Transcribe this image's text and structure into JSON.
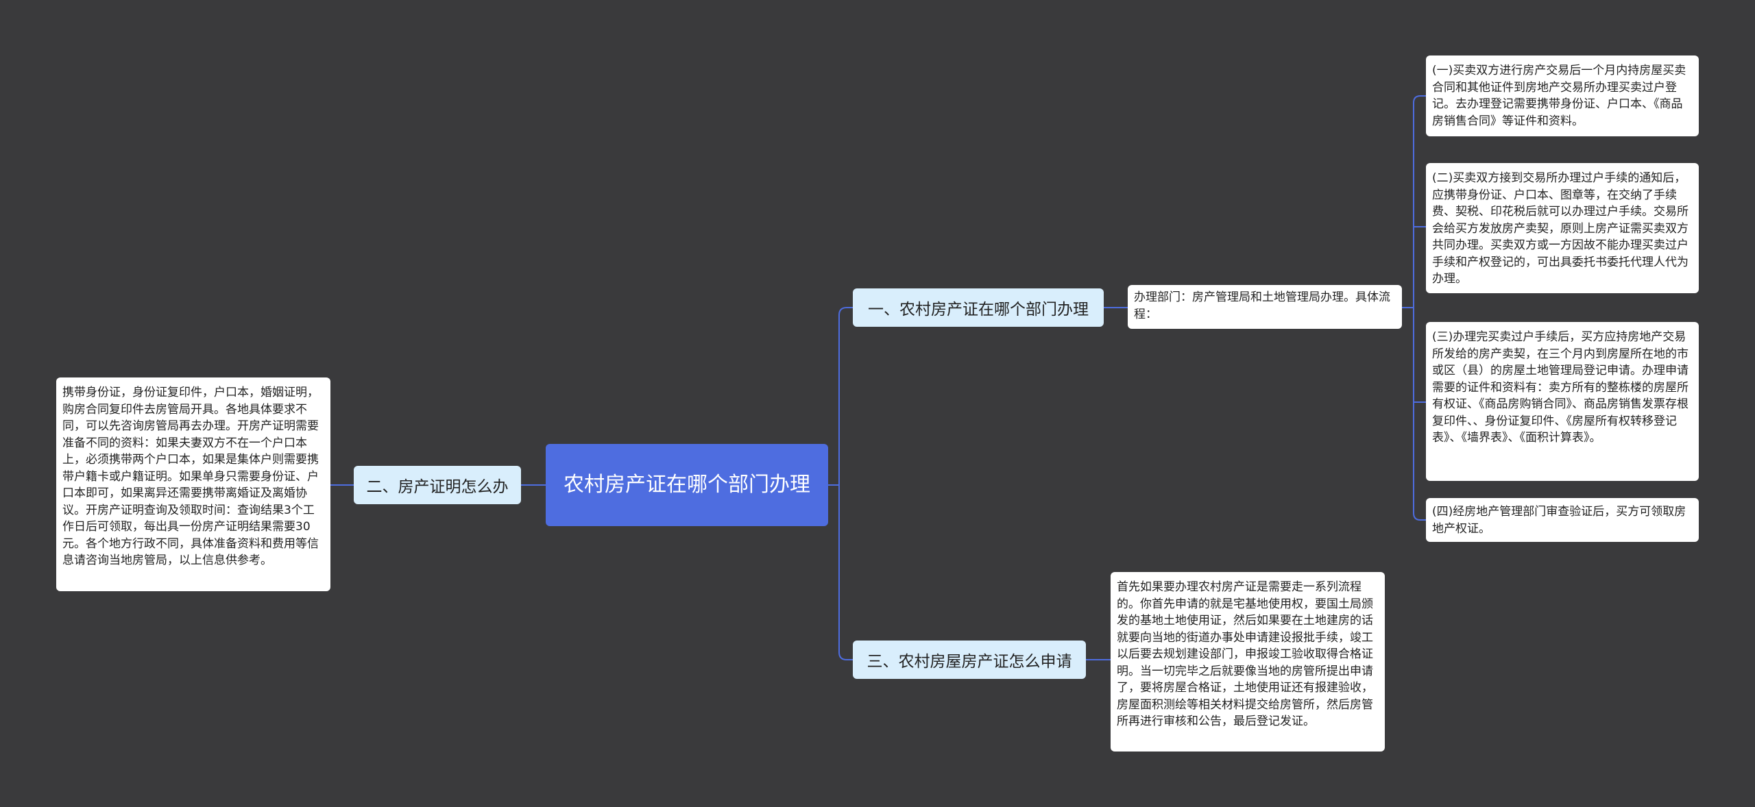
{
  "root": {
    "label": "农村房产证在哪个部门办理"
  },
  "topics": {
    "left": {
      "label": "二、房产证明怎么办",
      "detail": "携带身份证，身份证复印件，户口本，婚姻证明，购房合同复印件去房管局开具。各地具体要求不同，可以先咨询房管局再去办理。开房产证明需要准备不同的资料：如果夫妻双方不在一个户口本上，必须携带两个户口本，如果是集体户则需要携带户籍卡或户籍证明。如果单身只需要身份证、户口本即可，如果离异还需要携带离婚证及离婚协议。开房产证明查询及领取时间：查询结果3个工作日后可领取，每出具一份房产证明结果需要30元。各个地方行政不同，具体准备资料和费用等信息请咨询当地房管局，以上信息供参考。"
    },
    "first": {
      "label": "一、农村房产证在哪个部门办理",
      "intro": "办理部门：房产管理局和土地管理局办理。具体流程：",
      "steps": [
        "(一)买卖双方进行房产交易后一个月内持房屋买卖合同和其他证件到房地产交易所办理买卖过户登记。去办理登记需要携带身份证、户口本、《商品房销售合同》等证件和资料。",
        "(二)买卖双方接到交易所办理过户手续的通知后，应携带身份证、户口本、图章等，在交纳了手续费、契税、印花税后就可以办理过户手续。交易所会给买方发放房产卖契，原则上房产证需买卖双方共同办理。买卖双方或一方因故不能办理买卖过户手续和产权登记的，可出具委托书委托代理人代为办理。",
        "(三)办理完买卖过户手续后，买方应持房地产交易所发给的房产卖契，在三个月内到房屋所在地的市或区（县）的房屋土地管理局登记申请。办理申请需要的证件和资料有：卖方所有的整栋楼的房屋所有权证、《商品房购销合同》、商品房销售发票存根复印件、、身份证复印件、《房屋所有权转移登记表》、《墙界表》、《面积计算表》。",
        "(四)经房地产管理部门审查验证后，买方可领取房地产权证。"
      ]
    },
    "third": {
      "label": "三、农村房屋房产证怎么申请",
      "detail": "首先如果要办理农村房产证是需要走一系列流程的。你首先申请的就是宅基地使用权，要国土局颁发的基地土地使用证，然后如果要在土地建房的话就要向当地的街道办事处申请建设报批手续，竣工以后要去规划建设部门，申报竣工验收取得合格证明。当一切完毕之后就要像当地的房管所提出申请了，要将房屋合格证，土地使用证还有报建验收，房屋面积测绘等相关材料提交给房管所，然后房管所再进行审核和公告，最后登记发证。"
    }
  },
  "colors": {
    "background": "#3a3a3c",
    "root": "#4e6de0",
    "topic": "#d9eefc",
    "leaf": "#ffffff",
    "connector": "#4e6de0"
  }
}
